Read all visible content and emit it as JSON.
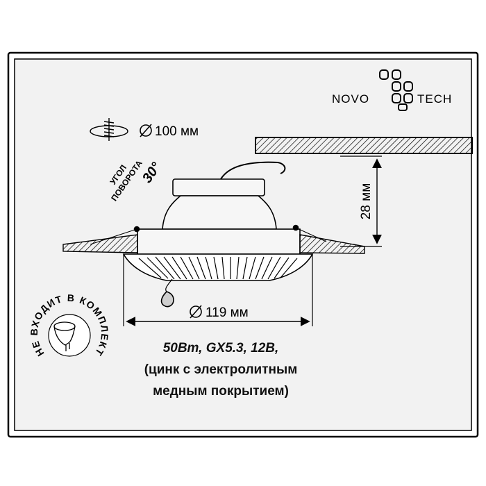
{
  "brand": {
    "left": "NOVO",
    "right": "TECH"
  },
  "cutout": {
    "label": "100 мм"
  },
  "rotation": {
    "line1": "УГОЛ",
    "line2": "ПОВОРОТА",
    "angle": "30°"
  },
  "height": {
    "label": "28 мм"
  },
  "width": {
    "label": "119 мм"
  },
  "lamp_note": {
    "text": "НЕ ВХОДИТ В КОМПЛЕКТ"
  },
  "specs": {
    "line1": "50Вт, GX5.3, 12В,",
    "line2": "(цинк с электролитным",
    "line3": "медным покрытием)"
  },
  "colors": {
    "panel": "#f2f2f2",
    "frame": "#000000",
    "bg": "#ffffff"
  }
}
